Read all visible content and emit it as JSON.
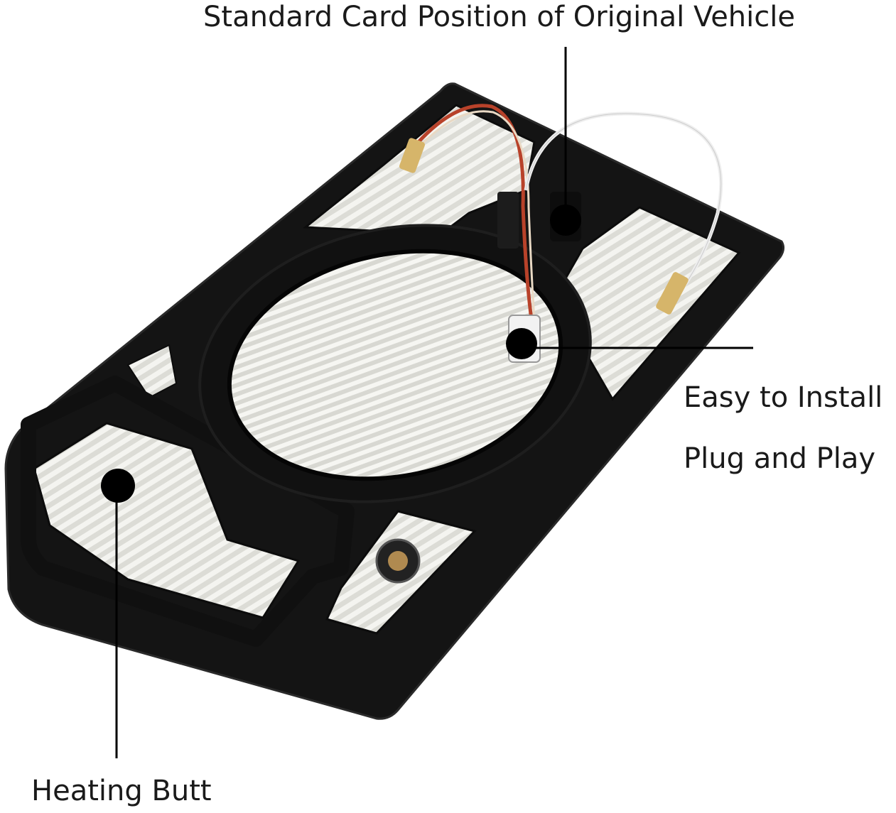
{
  "callouts": {
    "standard_card": "Standard Card Position of Original Vehicle",
    "easy_install": "Easy to Install",
    "plug_play": "Plug and Play",
    "heating": "Heating Butt"
  },
  "colors": {
    "background": "#ffffff",
    "frame": "#121212",
    "heating_film": "#dcdcd6",
    "heating_trace": "#f4f4f0",
    "marker": "#000000",
    "wire_red": "#b8422a",
    "wire_white": "#eeeeee"
  },
  "icons": [
    "marker-dot",
    "leader-line"
  ]
}
